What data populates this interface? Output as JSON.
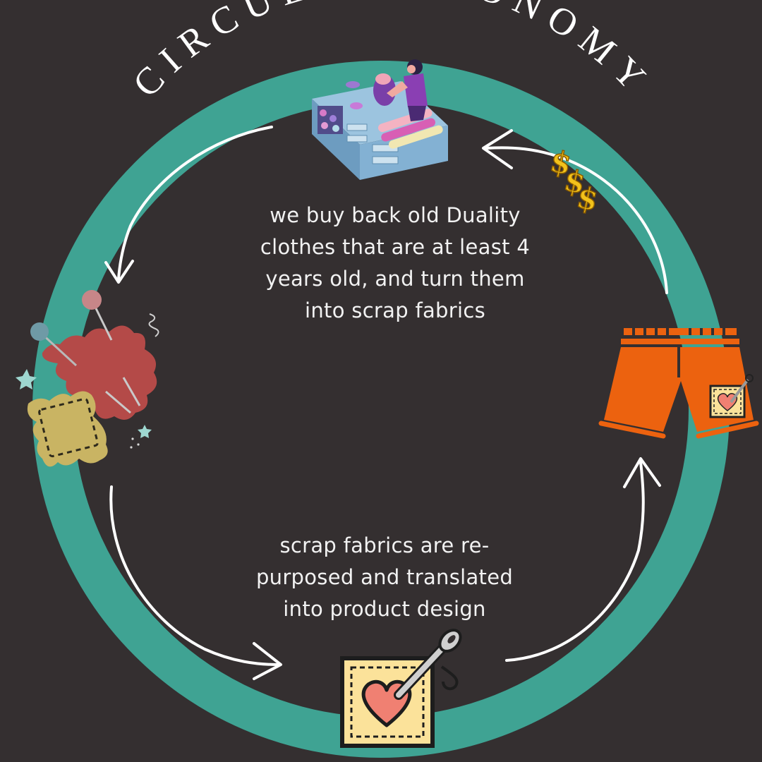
{
  "title": "CIRCULAR ECONOMY",
  "caption_top": {
    "line1": "we buy back old Duality",
    "line2": "clothes that are at least 4",
    "line3": "years old, and turn them",
    "line4": "into scrap fabrics"
  },
  "caption_bottom": {
    "line1": "scrap fabrics are re-",
    "line2": "purposed and translated",
    "line3": "into product design"
  },
  "colors": {
    "background": "#342f30",
    "ring": "#3fa393",
    "arrows": "#ffffff",
    "shorts": "#ec620f",
    "patch": "#fbe29a",
    "heart": "#f08072",
    "fabric_red": "#b44a48",
    "fabric_yellow": "#c9b463",
    "dollar": "#f2c21b"
  },
  "icons": [
    "tailor-workbench-icon",
    "dollar-signs-icon",
    "fabric-scraps-icon",
    "orange-shorts-icon",
    "heart-patch-icon"
  ]
}
